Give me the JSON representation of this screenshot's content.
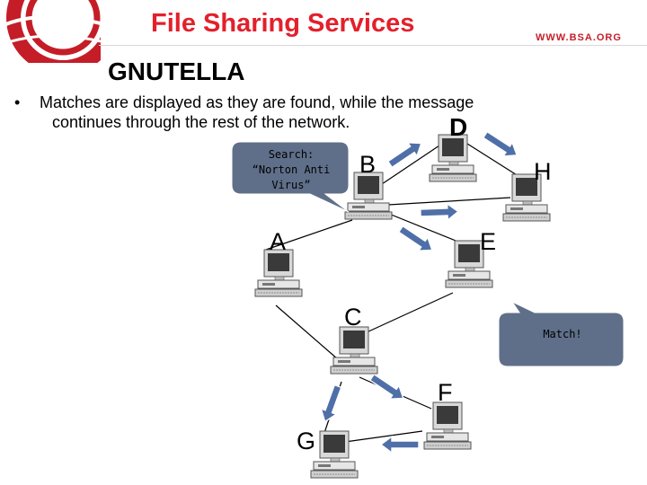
{
  "header": {
    "title": "File Sharing Services",
    "site": "WWW.BSA.ORG",
    "subtitle": "GNUTELLA"
  },
  "bullet": {
    "symbol": "•",
    "line1": "Matches are displayed as they are found, while the message",
    "line2": "continues through the rest of the network."
  },
  "nodes": {
    "A": "A",
    "B": "B",
    "C": "C",
    "D": "D",
    "E": "E",
    "F": "F",
    "G": "G",
    "H": "H"
  },
  "callouts": {
    "search": "Search:\n“Norton Anti\nVirus”",
    "match": "Match!"
  },
  "colors": {
    "title": "#e3202b",
    "arrow_fill": "#4f6fa8",
    "bubble_fill": "#5f6f89"
  }
}
